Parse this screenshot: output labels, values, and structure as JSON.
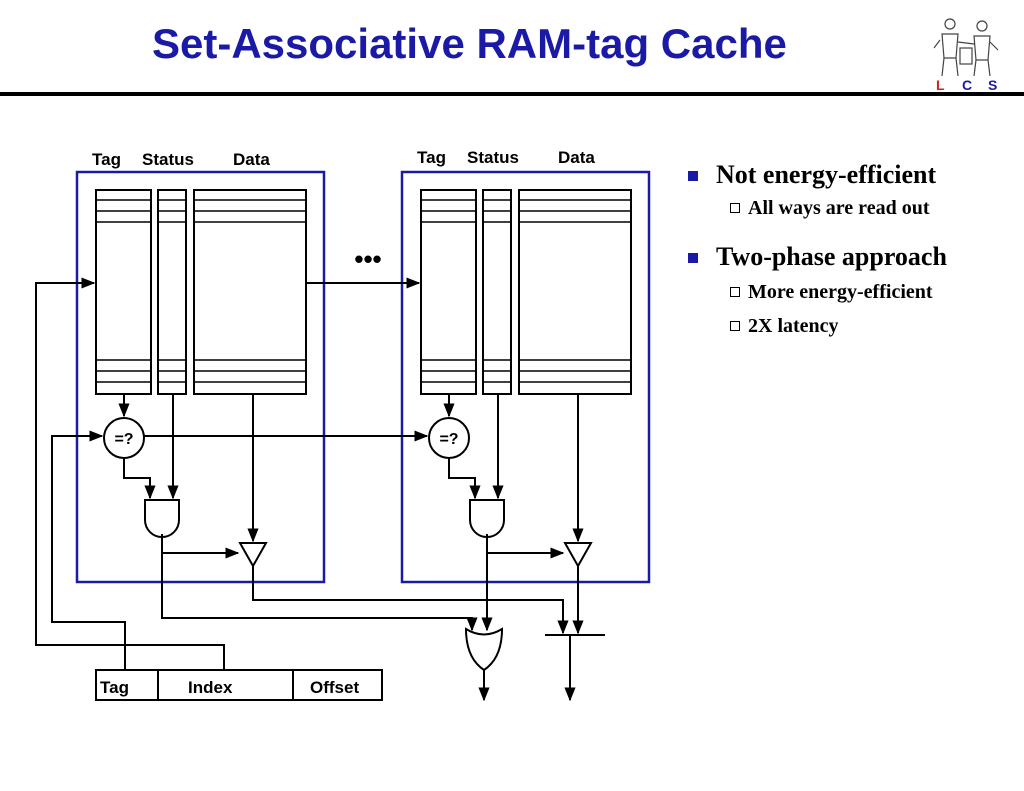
{
  "slide": {
    "title": "Set-Associative RAM-tag Cache",
    "logo_text": "L C S",
    "logo_letters": [
      "L",
      "C",
      "S"
    ],
    "logo_colors": [
      "#d42020",
      "#1a1aa6",
      "#1a1aa6"
    ]
  },
  "diagram": {
    "way_headers": [
      "Tag",
      "Status",
      "Data"
    ],
    "ellipsis": "•••",
    "comparator_label": "=?",
    "address_fields": [
      "Tag",
      "Index",
      "Offset"
    ],
    "colors": {
      "way_box": "#1a1aa6",
      "lines": "#000000"
    }
  },
  "bullets": [
    {
      "text": "Not energy-efficient",
      "sub": [
        "All ways are read out"
      ]
    },
    {
      "text": "Two-phase approach",
      "sub": [
        "More energy-efficient",
        "2X latency"
      ]
    }
  ]
}
